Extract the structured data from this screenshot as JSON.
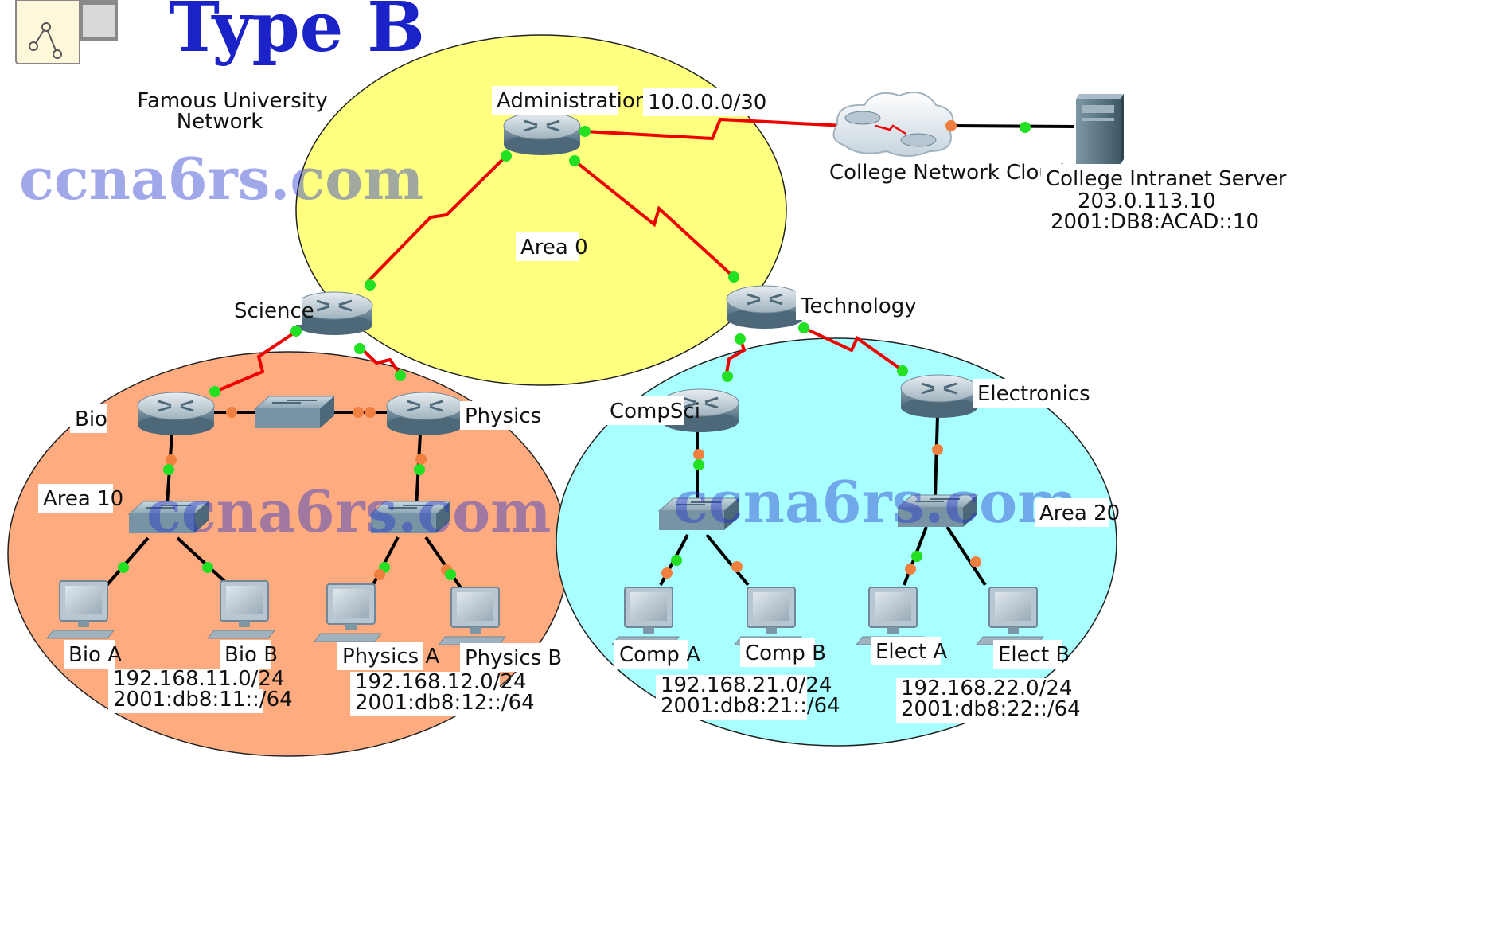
{
  "title": "Type B",
  "network_name": [
    "Famous University",
    "Network"
  ],
  "watermark": "ccna6rs.com",
  "areas": {
    "area0": "Area 0",
    "area10": "Area 10",
    "area20": "Area 20"
  },
  "routers": {
    "administration": "Administration",
    "science": "Science",
    "technology": "Technology",
    "bio": "Bio",
    "physics": "Physics",
    "compsci": "CompSci",
    "electronics": "Electronics"
  },
  "link_label": "10.0.0.0/30",
  "cloud_label": "College Network Cloud",
  "server": {
    "name": "College Intranet Server",
    "ipv4": "203.0.113.10",
    "ipv6": "2001:DB8:ACAD::10"
  },
  "pcs": {
    "bio_a": "Bio A",
    "bio_b": "Bio B",
    "physics_a": "Physics A",
    "physics_b": "Physics B",
    "comp_a": "Comp A",
    "comp_b": "Comp B",
    "elect_a": "Elect A",
    "elect_b": "Elect B"
  },
  "subnets": {
    "bio": [
      "192.168.11.0/24",
      "2001:db8:11::/64"
    ],
    "physics": [
      "192.168.12.0/24",
      "2001:db8:12::/64"
    ],
    "comp": [
      "192.168.21.0/24",
      "2001:db8:21::/64"
    ],
    "elect": [
      "192.168.22.0/24",
      "2001:db8:22::/64"
    ]
  },
  "colors": {
    "area0": "#ffff80",
    "area10": "#ffab80",
    "area20": "#a9ffff",
    "serial_link": "#ee0000",
    "ethernet_link": "#000000",
    "link_up": "#22e022",
    "link_init": "#f08040",
    "title": "#1a22c8",
    "watermark": "#2233cc"
  },
  "icons": [
    "topology-icon",
    "router-icon",
    "switch-icon",
    "pc-icon",
    "server-icon",
    "cloud-icon"
  ]
}
